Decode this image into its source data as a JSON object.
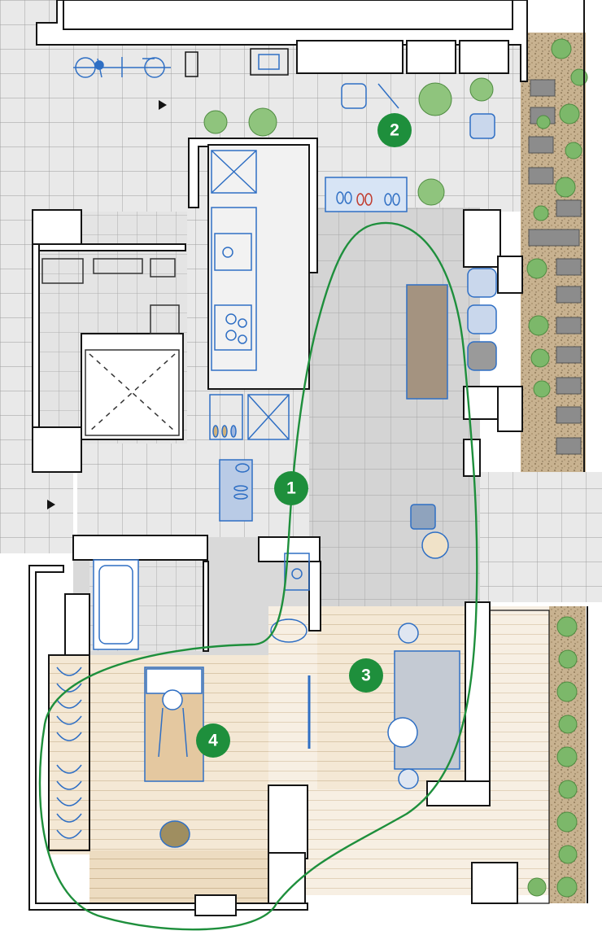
{
  "markers": [
    {
      "label": "1"
    },
    {
      "label": "2"
    },
    {
      "label": "3"
    },
    {
      "label": "4"
    }
  ],
  "colors": {
    "route_line": "#1e8f3c",
    "marker_fill": "#1e8f3c",
    "wall": "#141414",
    "floor_tile": "#e6e6e6",
    "floor_dark": "#cfcfcf",
    "wood_floor": "#f3e7d3",
    "furniture_line": "#2f6fc4",
    "garden_gravel": "#bca685",
    "plant": "#7cb86a"
  }
}
